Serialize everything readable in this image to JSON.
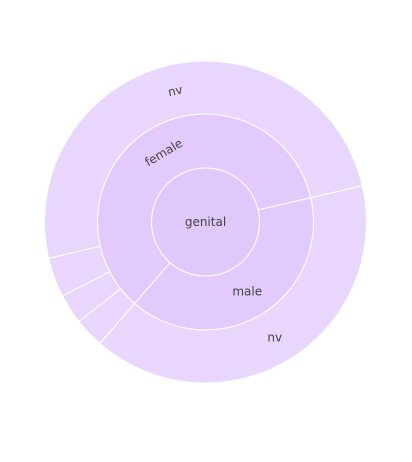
{
  "chart_data": {
    "type": "sunburst",
    "root": {
      "label": "genital",
      "value": 100,
      "color": "#dfc8fa",
      "children": [
        {
          "label": "female",
          "value": 60,
          "color": "#e2cbfc",
          "children": [
            {
              "label": "nv",
              "value": 50,
              "color": "#e8d6fd"
            },
            {
              "label": "",
              "value": 4,
              "color": "#e8d6fd"
            },
            {
              "label": "",
              "value": 3,
              "color": "#e8d6fd"
            },
            {
              "label": "",
              "value": 3,
              "color": "#e8d6fd"
            }
          ]
        },
        {
          "label": "male",
          "value": 40,
          "color": "#e2cbfc",
          "children": [
            {
              "label": "nv",
              "value": 40,
              "color": "#e8d6fd"
            }
          ]
        }
      ]
    },
    "colors": {
      "stroke": "#ffffff",
      "text": "#444444",
      "background": "#ffffff"
    }
  }
}
